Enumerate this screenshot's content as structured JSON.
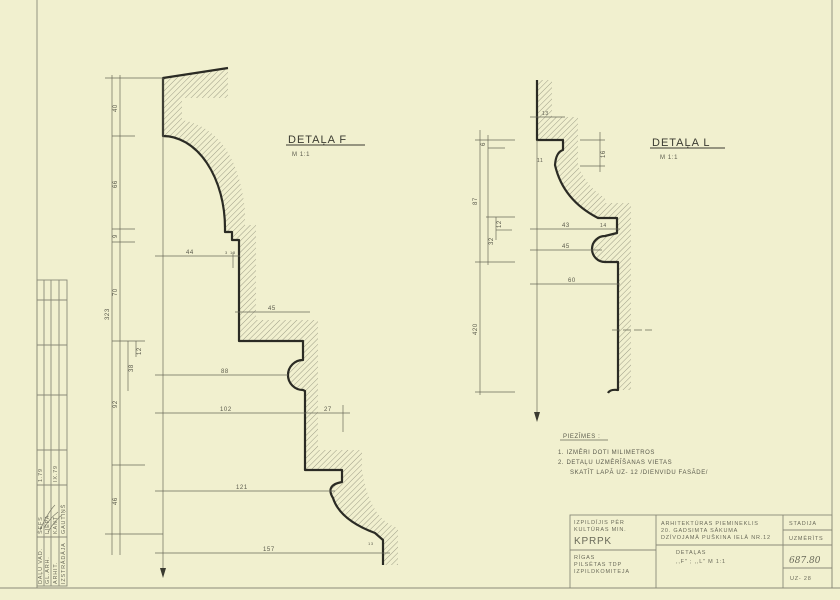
{
  "detail_f": {
    "title": "DETAĻA  F",
    "scale": "M 1:1",
    "dims_vertical": [
      "40",
      "66",
      "9",
      "70",
      "92",
      "46",
      "323",
      "38",
      "12"
    ],
    "dims_horizontal": [
      "44",
      "3",
      "13",
      "45",
      "88",
      "102",
      "27",
      "121",
      "157",
      "13"
    ]
  },
  "detail_l": {
    "title": "DETAĻA  L",
    "scale": "M 1:1",
    "dims_vertical": [
      "6",
      "87",
      "12",
      "32",
      "420",
      "16"
    ],
    "dims_horizontal": [
      "13",
      "11",
      "43",
      "14",
      "45",
      "60"
    ]
  },
  "notes": {
    "heading": "PIEZĪMES :",
    "line1": "1.  IZMĒRI DOTI MILIMETROS",
    "line2": "2.  DETAĻU UZMĒRĪŠANAS VIETAS",
    "line3": "SKATĪT  LAPĀ  UZ- 12  /DIENVIDU FASĀDE/"
  },
  "title_block": {
    "org1_line1": "IZPILDĪJIS PĒR",
    "org1_line2": "KULTŪRAS MIN.",
    "org1_code": "KPRPK",
    "org2_line1": "RĪGAS",
    "org2_line2": "PILSĒTAS TDP",
    "org2_line3": "IZPILDKOMITEJA",
    "object_line1": "ARHITEKTŪRAS PIEMINEKLIS",
    "object_line2": "20. GADSIMTA SĀKUMA",
    "object_line3": "DZĪVOJAMĀ PUŠKINA IELĀ NR.12",
    "sheet_title": "DETAĻAS",
    "sheet_subtitle": ",,F\" ; ,,L\"  M 1:1",
    "stage_label": "STADIJA",
    "stage_value": "UZMĒRĪTS",
    "project_no": "687.80",
    "sheet_no": "UZ- 28"
  },
  "side_stamp": {
    "roles": [
      "DAĻU VAD.",
      "GL.ARH.",
      "ARHIT.",
      "IZSTRĀDĀJA"
    ],
    "labels": [
      "ŠEFS",
      "LIEPA",
      "KANT",
      "GAUTIŅŠ"
    ],
    "dates": [
      "1.79",
      "IX.79"
    ]
  }
}
